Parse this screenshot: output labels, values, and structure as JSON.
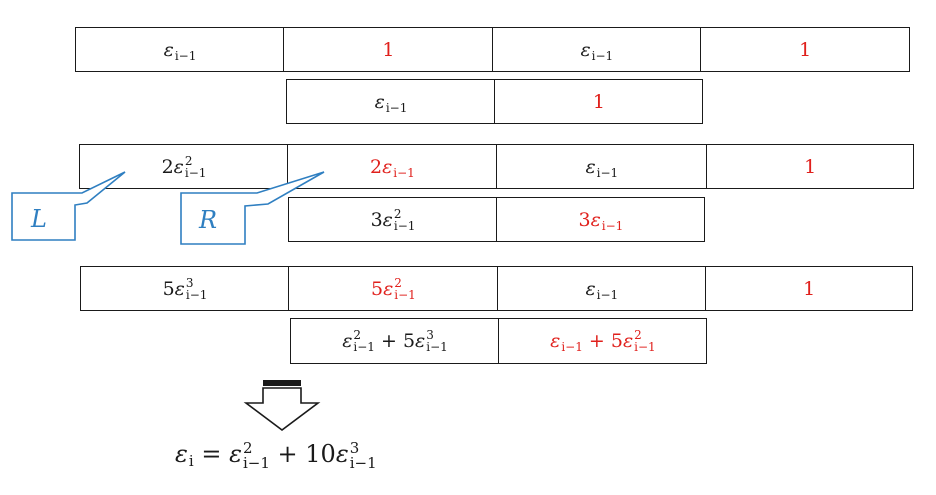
{
  "rows": [
    {
      "cells": [
        {
          "text": "εi−1",
          "color": "#1a1a1a"
        },
        {
          "text": "1",
          "color": "#e0201c"
        },
        {
          "text": "εi−1",
          "color": "#1a1a1a"
        },
        {
          "text": "1",
          "color": "#e0201c"
        }
      ]
    },
    {
      "cells": [
        {
          "text": "εi−1",
          "color": "#1a1a1a"
        },
        {
          "text": "1",
          "color": "#e0201c"
        }
      ]
    },
    {
      "cells": [
        {
          "text": "2ε²i−1",
          "color": "#1a1a1a"
        },
        {
          "text": "2εi−1",
          "color": "#e0201c"
        },
        {
          "text": "εi−1",
          "color": "#1a1a1a"
        },
        {
          "text": "1",
          "color": "#e0201c"
        }
      ]
    },
    {
      "cells": [
        {
          "text": "3ε²i−1",
          "color": "#1a1a1a"
        },
        {
          "text": "3εi−1",
          "color": "#e0201c"
        }
      ]
    },
    {
      "cells": [
        {
          "text": "5ε³i−1",
          "color": "#1a1a1a"
        },
        {
          "text": "5ε²i−1",
          "color": "#e0201c"
        },
        {
          "text": "εi−1",
          "color": "#1a1a1a"
        },
        {
          "text": "1",
          "color": "#e0201c"
        }
      ]
    },
    {
      "cells": [
        {
          "text": "ε²i−1 + 5ε³i−1",
          "color": "#1a1a1a"
        },
        {
          "text": "εi−1 + 5ε²i−1",
          "color": "#e0201c"
        }
      ]
    }
  ],
  "callouts": {
    "left": "L",
    "right": "R",
    "color": "#2f7fc1"
  },
  "formula": "εi = ε²i−1 + 10ε³i−1",
  "colors": {
    "black": "#1a1a1a",
    "red": "#e0201c",
    "callout": "#2f7fc1"
  }
}
